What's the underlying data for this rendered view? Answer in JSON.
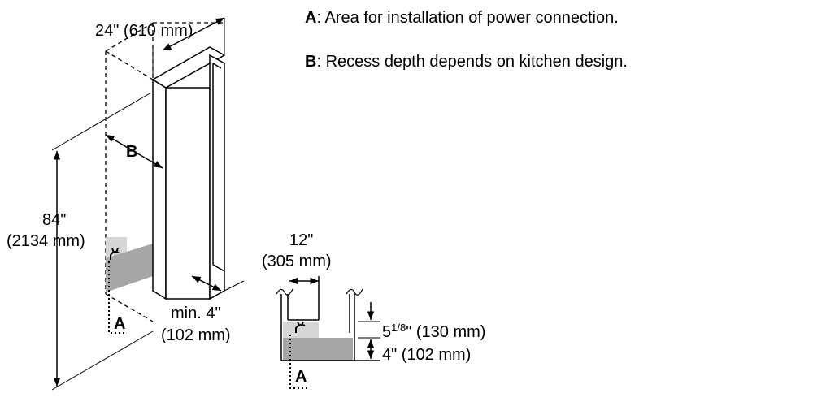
{
  "legend": [
    {
      "key": "A",
      "text": ": Area for installation of power connection."
    },
    {
      "key": "B",
      "text": ": Recess depth depends on kitchen design."
    }
  ],
  "main_view": {
    "width_dim": "24\" (610 mm)",
    "height_dim_in": "84\"",
    "height_dim_mm": "(2134 mm)",
    "recess_label": "B",
    "power_label": "A",
    "gap_dim_in": "min. 4\"",
    "gap_dim_mm": "(102 mm)"
  },
  "detail_view": {
    "width_dim_in": "12\"",
    "width_dim_mm": "(305 mm)",
    "upper_dim_whole": "5",
    "upper_dim_num": "1",
    "upper_dim_den": "8",
    "upper_dim_rest": "\" (130 mm)",
    "lower_dim": "4\" (102 mm)",
    "power_label": "A"
  },
  "colors": {
    "line": "#000000",
    "dark_fill": "#a6a6a6",
    "light_fill": "#d6d6d6"
  }
}
